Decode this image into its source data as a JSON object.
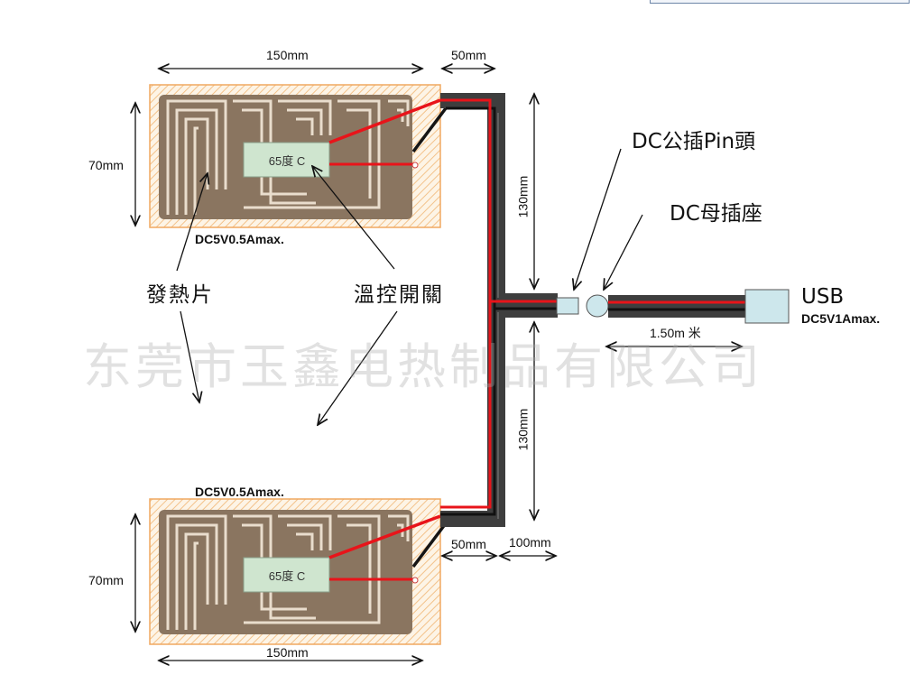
{
  "heater_top": {
    "width_label": "150mm",
    "height_label": "70mm",
    "thermostat_label": "65度 C",
    "spec_label": "DC5V0.5Amax."
  },
  "heater_bottom": {
    "width_label": "150mm",
    "height_label": "70mm",
    "thermostat_label": "65度 C",
    "spec_label": "DC5V0.5Amax."
  },
  "dimensions": {
    "top_lead": "50mm",
    "bottom_lead": "50mm",
    "upper_vertical": "130mm",
    "lower_vertical": "130mm",
    "branch": "100mm",
    "usb_cable": "1.50m 米"
  },
  "labels": {
    "dc_male_pin": "DC公插Pin頭",
    "dc_female_socket": "DC母插座",
    "heating_sheet": "發熱片",
    "thermostat_switch": "溫控開關",
    "usb": "USB",
    "usb_spec": "DC5V1Amax."
  },
  "watermark": "东莞市玉鑫电热制品有限公司",
  "colors": {
    "heater_fill": "#8a7560",
    "heater_outline": "#f0b070",
    "wire_red": "#e8141a",
    "wire_black": "#151515",
    "cable_sheath": "#3e3e3e",
    "connector": "#cde7ec"
  }
}
